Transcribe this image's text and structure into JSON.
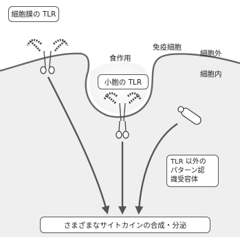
{
  "labels": {
    "membrane_tlr": "細胞膜の TLR",
    "phagocytosis": "食作用",
    "immune_cell": "免疫細胞",
    "extracellular": "細胞外",
    "intracellular": "細胞内",
    "vesicle_tlr": "小胞の TLR",
    "other_receptor_lines": [
      "TLR 以外の",
      "パターン認",
      "識受容体"
    ],
    "output": "さまざまなサイトカインの合成・分泌"
  },
  "colors": {
    "cell_fill": "#efefef",
    "membrane": "#666666",
    "arrow": "#555555",
    "receptor": "#444444"
  }
}
